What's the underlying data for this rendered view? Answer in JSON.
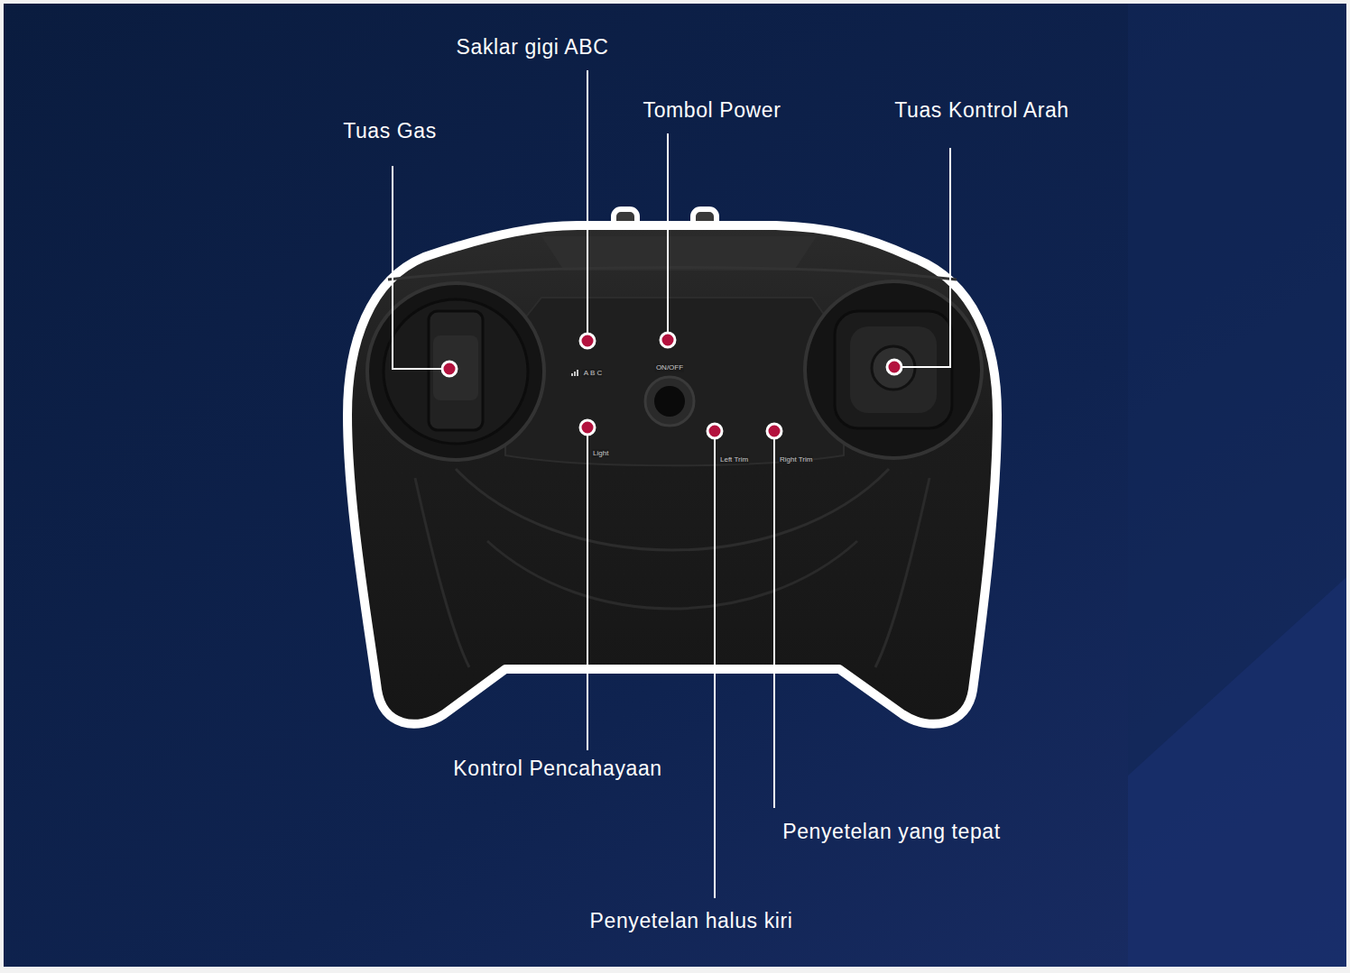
{
  "diagram": {
    "labels": [
      "Saklar gigi ABC",
      "Tuas Gas",
      "Tombol Power",
      "Tuas Kontrol Arah",
      "A B C",
      "ON/OFF",
      "Light",
      "Left Trim",
      "Right Trim",
      "Kontrol Pencahayaan",
      "Penyetelan yang tepat",
      "Penyetelan halus kiri"
    ]
  }
}
